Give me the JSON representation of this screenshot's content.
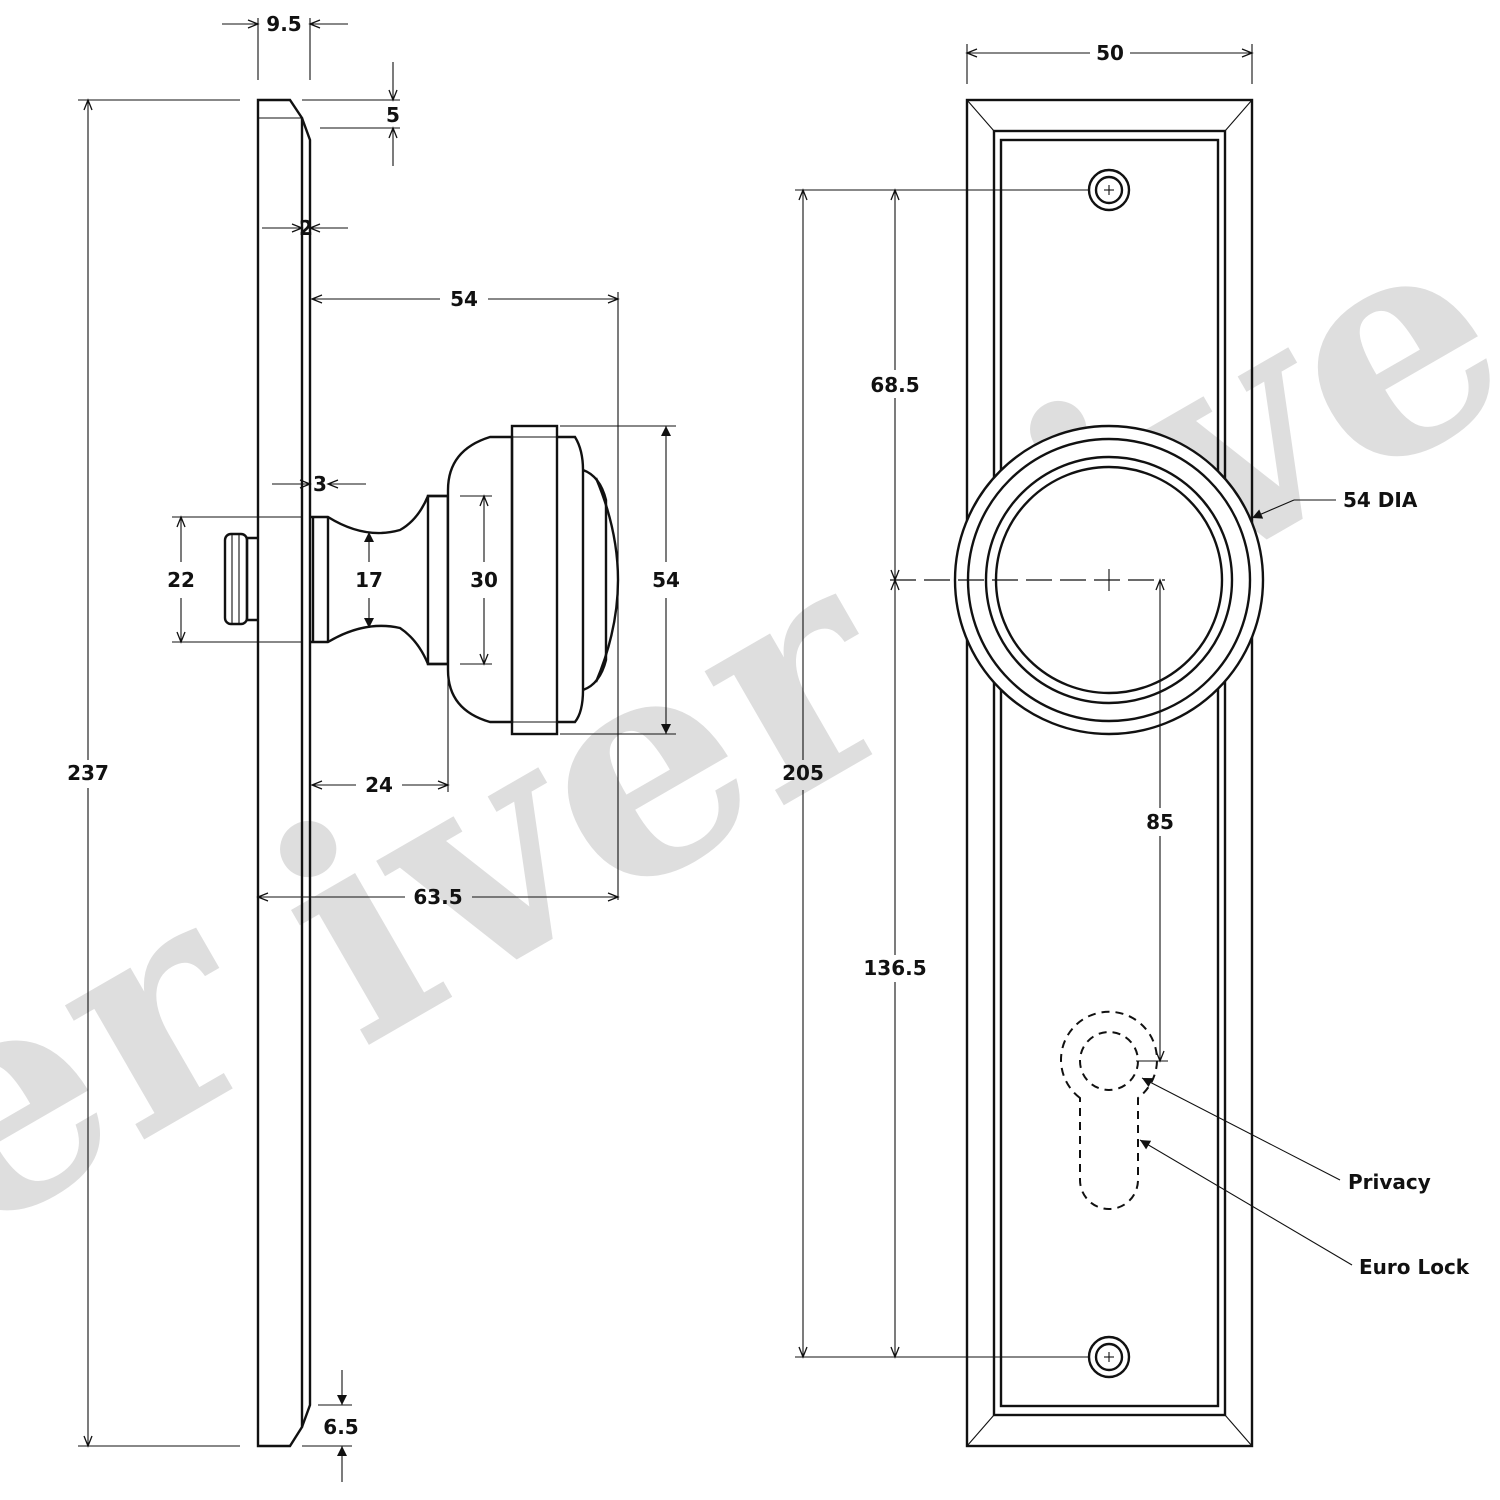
{
  "watermark": {
    "text_1": "er",
    "text_2": "iver",
    "text_3": "ive"
  },
  "side_view": {
    "dims": {
      "plate_thickness": "9.5",
      "bevel_top": "5",
      "back_step": "2",
      "overall_height": "237",
      "knob_projection": "54",
      "neck_gap": "3",
      "spindle_dia": "22",
      "neck_dia": "17",
      "collar_dia": "30",
      "knob_dia": "54",
      "neck_length": "24",
      "total_projection": "63.5",
      "bevel_bottom": "6.5"
    }
  },
  "front_view": {
    "dims": {
      "plate_width": "50",
      "screw_centres": "205",
      "screw_to_knob": "68.5",
      "knob_to_screw": "136.5",
      "backset": "85"
    },
    "labels": {
      "knob_dia": "54 DIA",
      "privacy": "Privacy",
      "euro_lock": "Euro Lock"
    }
  }
}
